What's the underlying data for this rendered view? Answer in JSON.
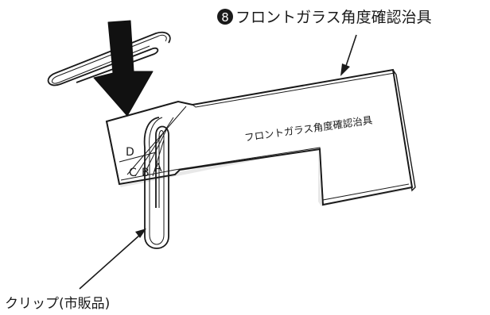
{
  "callouts": {
    "tool": {
      "marker": "8",
      "text": "フロントガラス角度確認治具"
    },
    "clip": {
      "text": "クリップ(市販品)"
    }
  },
  "tool_label": "フロントガラス角度確認治具",
  "angle_marks": [
    "D",
    "C",
    "B",
    "A"
  ],
  "colors": {
    "ink": "#1a1a1a",
    "arrow_fill": "#111111",
    "tool_fill": "#ffffff",
    "tool_shadow": "#e6e6e6"
  }
}
